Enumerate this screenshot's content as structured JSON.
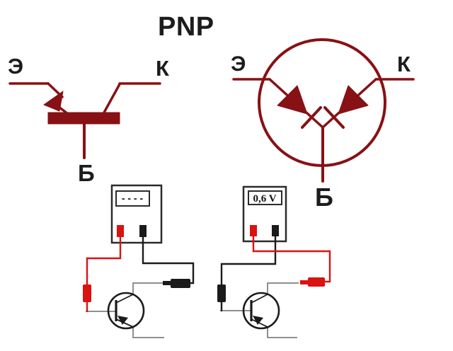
{
  "title": "PNP",
  "symbol_diagram": {
    "emitter": "Э",
    "collector": "К",
    "base": "Б"
  },
  "diode_diagram": {
    "emitter": "Э",
    "collector": "К",
    "base": "Б"
  },
  "left_test": {
    "meter_display": "- - - -"
  },
  "right_test": {
    "meter_display": "0,6 V"
  },
  "colors": {
    "symbol_red": "#871114",
    "wire_red": "#da1212",
    "wire_black": "#1b1b1b",
    "lead_gray": "#8f8f8f",
    "text_black": "#1c1c1c",
    "meter_border": "#2b2b2b"
  }
}
